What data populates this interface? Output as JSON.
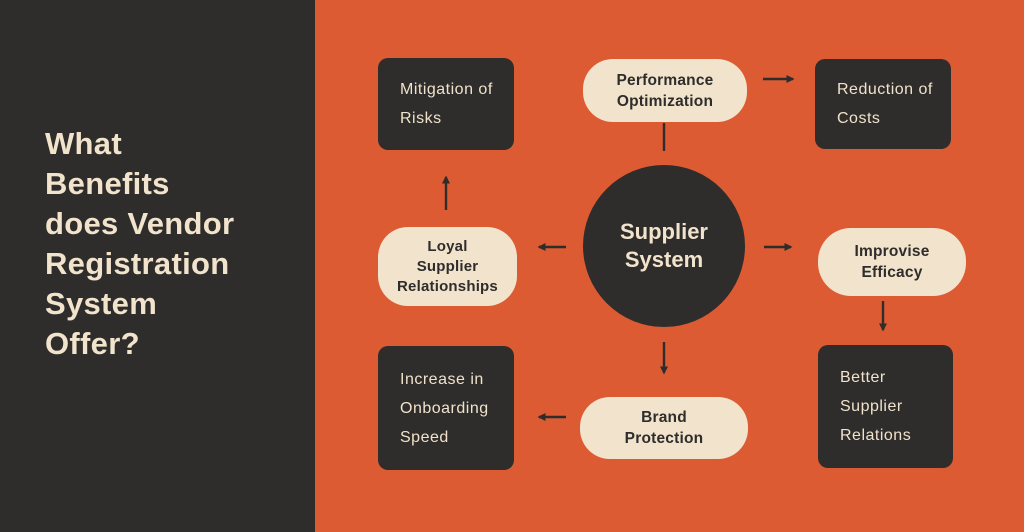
{
  "colors": {
    "background_orange": "#DC5B33",
    "panel_dark": "#2E2D2B",
    "cream": "#F2E3CC",
    "dark_text": "#2E2D2B",
    "cream_text": "#F0E2CB",
    "arrow": "#2E2D2B"
  },
  "title": {
    "text": "What Benefits does Vendor Registration System Offer?",
    "lines": [
      "What",
      "Benefits",
      "does Vendor",
      "Registration",
      "System",
      "Offer?"
    ]
  },
  "center": {
    "label": "Supplier System",
    "lines": [
      "Supplier",
      "System"
    ]
  },
  "nodes": [
    {
      "id": "mitigation-of-risks",
      "label": "Mitigation of Risks",
      "lines": [
        "Mitigation of",
        "Risks"
      ],
      "style": "dark"
    },
    {
      "id": "performance-optimization",
      "label": "Performance Optimization",
      "lines": [
        "Performance",
        "Optimization"
      ],
      "style": "cream"
    },
    {
      "id": "reduction-of-costs",
      "label": "Reduction of Costs",
      "lines": [
        "Reduction of",
        "Costs"
      ],
      "style": "dark"
    },
    {
      "id": "loyal-supplier-relationships",
      "label": "Loyal Supplier Relationships",
      "lines": [
        "Loyal",
        "Supplier",
        "Relationships"
      ],
      "style": "cream"
    },
    {
      "id": "improvise-efficacy",
      "label": "Improvise Efficacy",
      "lines": [
        "Improvise",
        "Efficacy"
      ],
      "style": "cream"
    },
    {
      "id": "increase-in-onboarding-speed",
      "label": "Increase in Onboarding Speed",
      "lines": [
        "Increase in",
        "Onboarding",
        "Speed"
      ],
      "style": "dark"
    },
    {
      "id": "brand-protection",
      "label": "Brand Protection",
      "lines": [
        "Brand",
        "Protection"
      ],
      "style": "cream"
    },
    {
      "id": "better-supplier-relations",
      "label": "Better Supplier Relations",
      "lines": [
        "Better",
        "Supplier",
        "Relations"
      ],
      "style": "dark"
    }
  ],
  "edges": [
    {
      "from": "loyal-supplier-relationships",
      "to": "mitigation-of-risks",
      "direction": "up",
      "arrowhead": true
    },
    {
      "from": "performance-optimization",
      "to": "supplier-system",
      "direction": "down",
      "arrowhead": false
    },
    {
      "from": "performance-optimization",
      "to": "reduction-of-costs",
      "direction": "right",
      "arrowhead": true
    },
    {
      "from": "supplier-system",
      "to": "loyal-supplier-relationships",
      "direction": "left",
      "arrowhead": true
    },
    {
      "from": "supplier-system",
      "to": "improvise-efficacy",
      "direction": "right",
      "arrowhead": true
    },
    {
      "from": "improvise-efficacy",
      "to": "better-supplier-relations",
      "direction": "down",
      "arrowhead": true
    },
    {
      "from": "supplier-system",
      "to": "brand-protection",
      "direction": "down",
      "arrowhead": true
    },
    {
      "from": "brand-protection",
      "to": "increase-in-onboarding-speed",
      "direction": "left",
      "arrowhead": true
    }
  ]
}
